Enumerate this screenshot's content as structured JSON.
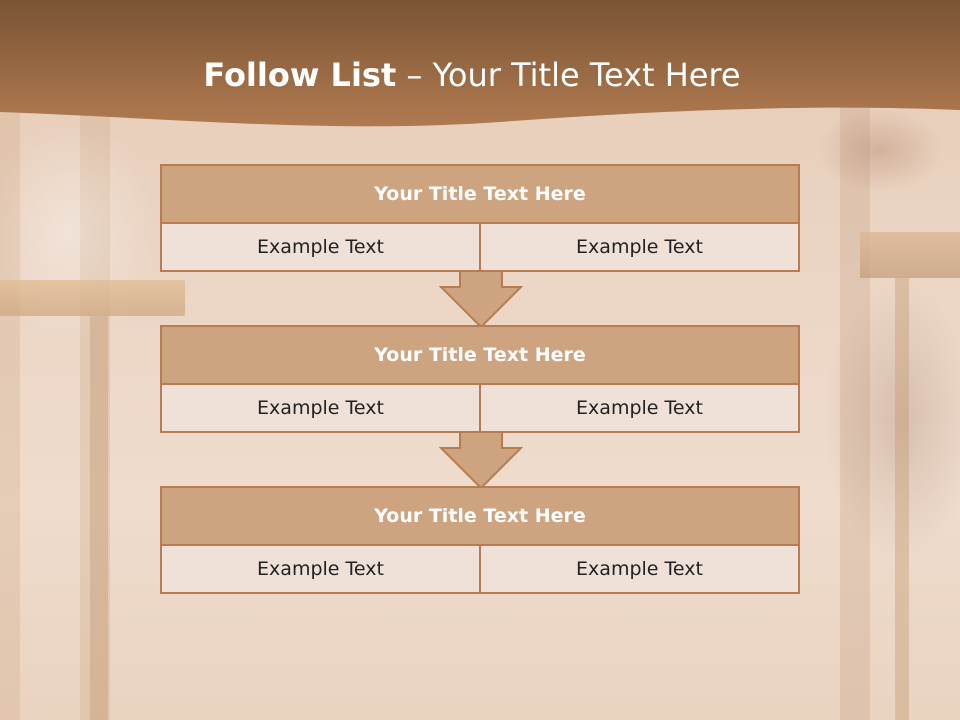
{
  "title": {
    "bold_part": "Follow List",
    "rest_part": " – Your Title Text Here"
  },
  "blocks": [
    {
      "title": "Your Title Text Here",
      "left": "Example Text",
      "right": "Example Text"
    },
    {
      "title": "Your Title Text Here",
      "left": "Example Text",
      "right": "Example Text"
    },
    {
      "title": "Your Title Text Here",
      "left": "Example Text",
      "right": "Example Text"
    }
  ],
  "colors": {
    "header_top": "#7a5434",
    "header_bottom": "#b07a50",
    "block_title_bg": "#cda380",
    "block_border": "#b87c52",
    "block_cell_bg": "#efe1d8",
    "arrow_fill": "#cda380"
  }
}
